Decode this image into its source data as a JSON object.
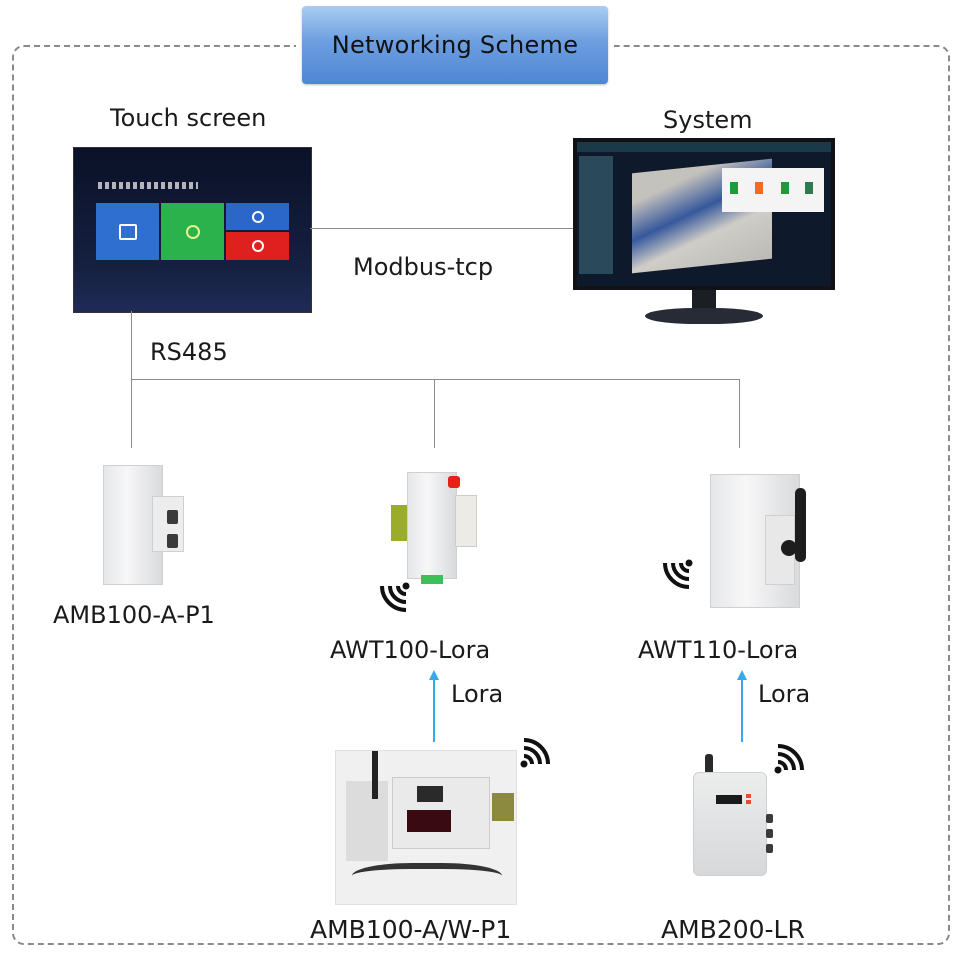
{
  "title": "Networking Scheme",
  "nodes": {
    "touch_screen": {
      "label": "Touch screen"
    },
    "system": {
      "label": "System"
    },
    "amb100_a_p1": {
      "label": "AMB100-A-P1"
    },
    "awt100_lora": {
      "label": "AWT100-Lora"
    },
    "awt110_lora": {
      "label": "AWT110-Lora"
    },
    "amb100_a_w_p1": {
      "label": "AMB100-A/W-P1"
    },
    "amb200_lr": {
      "label": "AMB200-LR"
    }
  },
  "links": {
    "modbus": {
      "label": "Modbus-tcp",
      "from": "Touch screen",
      "to": "System"
    },
    "rs485": {
      "label": "RS485",
      "from": "Touch screen",
      "to": [
        "AMB100-A-P1",
        "AWT100-Lora",
        "AWT110-Lora"
      ]
    },
    "lora_left": {
      "label": "Lora",
      "from": "AMB100-A/W-P1",
      "to": "AWT100-Lora"
    },
    "lora_right": {
      "label": "Lora",
      "from": "AMB200-LR",
      "to": "AWT110-Lora"
    }
  },
  "colors": {
    "title_box": "#5b8fd8",
    "arrow": "#36a9e8",
    "tile_blue": "#2f6fd0",
    "tile_green": "#2bb24c",
    "tile_red": "#e0201e",
    "line": "#8c8c8c"
  },
  "icons": {
    "wireless": "wifi-signal-icon"
  }
}
